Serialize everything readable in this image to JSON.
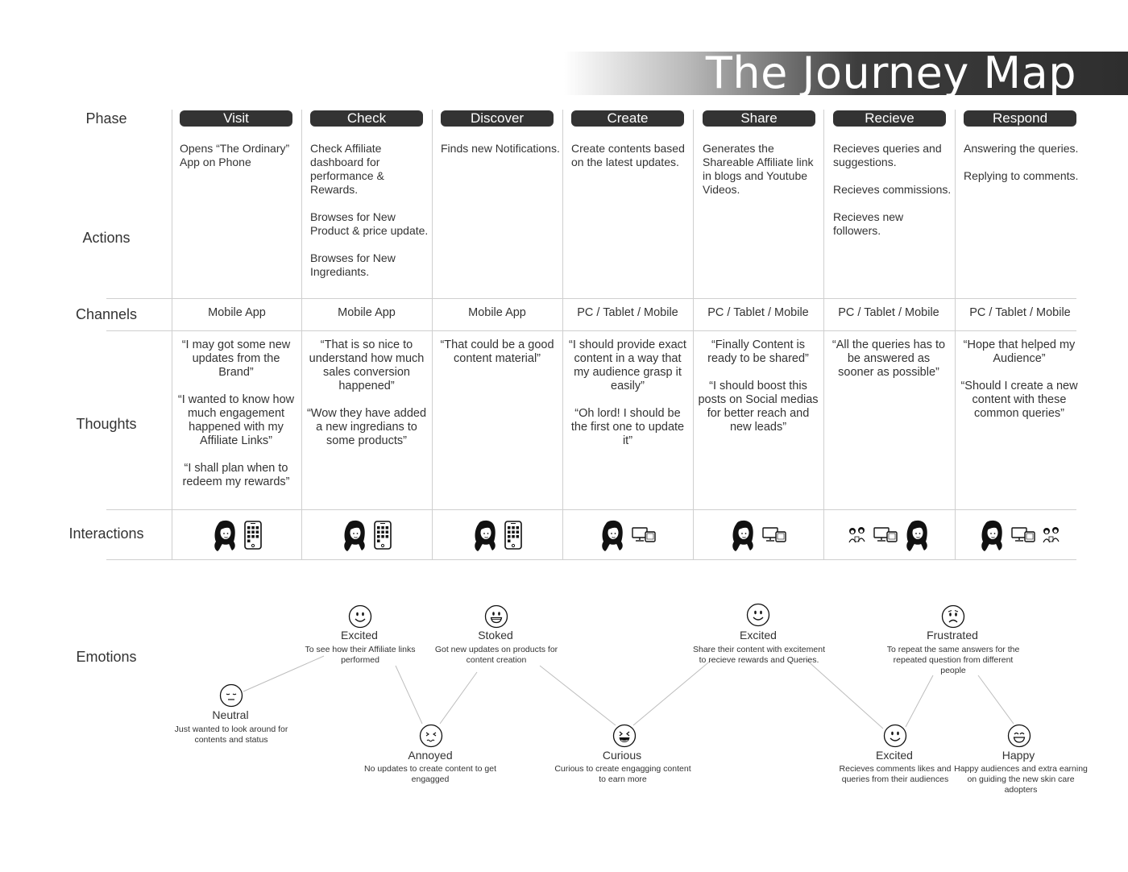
{
  "title": "The Journey Map",
  "row_labels": {
    "phase": "Phase",
    "actions": "Actions",
    "channels": "Channels",
    "thoughts": "Thoughts",
    "interactions": "Interactions",
    "emotions": "Emotions"
  },
  "columns": [
    {
      "phase": "Visit",
      "actions": [
        "Opens “The Ordinary” App on Phone"
      ],
      "channel": "Mobile App",
      "thoughts": [
        "“I may got some new updates from the Brand”",
        "“I wanted to know how much engagement happened with my Affiliate Links”",
        "“I shall plan when to redeem my rewards”"
      ],
      "interactions": [
        "user-avatar-icon",
        "mobile-app-icon"
      ]
    },
    {
      "phase": "Check",
      "actions": [
        "Check Affiliate dashboard for performance & Rewards.",
        "Browses for New Product & price update.",
        "Browses for New Ingrediants."
      ],
      "channel": "Mobile App",
      "thoughts": [
        "“That is so nice to understand how much sales conversion happened”",
        "“Wow they have added a new ingredians to some products”"
      ],
      "interactions": [
        "user-avatar-icon",
        "mobile-app-icon"
      ]
    },
    {
      "phase": "Discover",
      "actions": [
        "Finds new Notifications."
      ],
      "channel": "Mobile App",
      "thoughts": [
        "“That could be a good content material”"
      ],
      "interactions": [
        "user-avatar-icon",
        "mobile-app-icon"
      ]
    },
    {
      "phase": "Create",
      "actions": [
        "Create contents based on the latest updates."
      ],
      "channel": "PC / Tablet / Mobile",
      "thoughts": [
        "“I should provide exact content in a way that my audience grasp it easily”",
        "“Oh lord! I should be the first one to update it”"
      ],
      "interactions": [
        "user-avatar-icon",
        "devices-icon"
      ]
    },
    {
      "phase": "Share",
      "actions": [
        "Generates the Shareable Affiliate link in blogs and Youtube Videos."
      ],
      "channel": "PC / Tablet / Mobile",
      "thoughts": [
        "“Finally Content is ready to be shared”",
        "“I should boost this posts on Social medias for better reach and new leads”"
      ],
      "interactions": [
        "user-avatar-icon",
        "devices-icon"
      ]
    },
    {
      "phase": "Recieve",
      "actions": [
        "Recieves queries and suggestions.",
        "Recieves commissions.",
        "Recieves new followers."
      ],
      "channel": "PC / Tablet / Mobile",
      "thoughts": [
        "“All the queries has to be answered as sooner as possible”"
      ],
      "interactions": [
        "audience-icon",
        "devices-icon",
        "user-avatar-icon"
      ]
    },
    {
      "phase": "Respond",
      "actions": [
        "Answering the queries.",
        "Replying to comments."
      ],
      "channel": "PC / Tablet / Mobile",
      "thoughts": [
        "“Hope that helped my Audience”",
        "“Should I create a new content with these common queries”"
      ],
      "interactions": [
        "user-avatar-icon",
        "devices-icon",
        "audience-icon"
      ]
    }
  ],
  "emotions": [
    {
      "name": "Neutral",
      "desc": "Just wanted to look around for contents and status",
      "face": "neutral-face-icon"
    },
    {
      "name": "Excited",
      "desc": "To see how their Affiliate links performed",
      "face": "smile-face-icon"
    },
    {
      "name": "Annoyed",
      "desc": "No updates to create content to get engagged",
      "face": "annoyed-face-icon"
    },
    {
      "name": "Stoked",
      "desc": "Got new updates on products for content creation",
      "face": "grin-face-icon"
    },
    {
      "name": "Curious",
      "desc": "Curious to create engagging content to earn more",
      "face": "laugh-face-icon"
    },
    {
      "name": "Excited",
      "desc": "Share their content with excitement to recieve rewards and Queries.",
      "face": "smile-face-icon"
    },
    {
      "name": "Excited",
      "desc": "Recieves comments likes and queries from their audiences",
      "face": "smile-face-icon"
    },
    {
      "name": "Frustrated",
      "desc": "To repeat the same answers for the repeated question from different people",
      "face": "frown-face-icon"
    },
    {
      "name": "Happy",
      "desc": "Happy audiences and extra earning on guiding the new skin care adopters",
      "face": "happy-face-icon"
    }
  ]
}
